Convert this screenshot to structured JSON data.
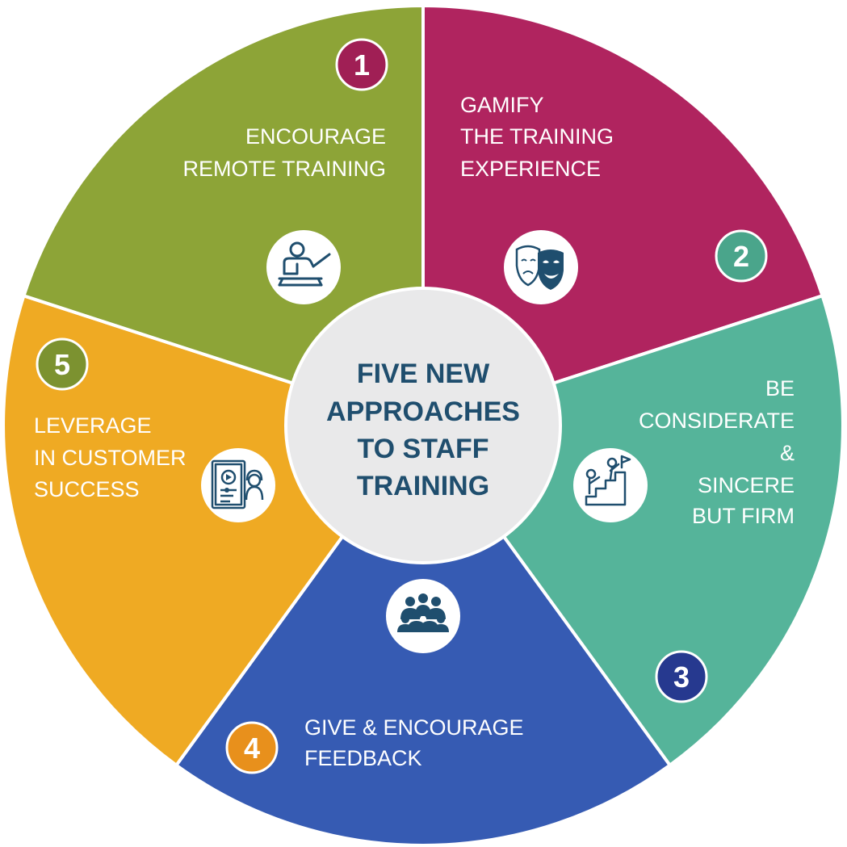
{
  "center": {
    "lines": [
      "FIVE NEW",
      "APPROACHES",
      "TO STAFF",
      "TRAINING"
    ],
    "fill": "#e9e9ea",
    "text_color": "#1f4e6e"
  },
  "segments": [
    {
      "number": "1",
      "label_lines": [
        "ENCOURAGE",
        "REMOTE TRAINING"
      ],
      "color": "#b0245f",
      "badge_color": "#a01f55",
      "icon": "teacher-pointer-icon"
    },
    {
      "number": "2",
      "label_lines": [
        "GAMIFY",
        "THE TRAINING",
        "EXPERIENCE"
      ],
      "color": "#55b49a",
      "badge_color": "#4aa58b",
      "icon": "theater-masks-icon"
    },
    {
      "number": "3",
      "label_lines": [
        "BE",
        "CONSIDERATE",
        "&",
        "SINCERE",
        "BUT FIRM"
      ],
      "color": "#365bb3",
      "badge_color": "#26398f",
      "icon": "mentor-stairs-icon"
    },
    {
      "number": "4",
      "label_lines": [
        "GIVE & ENCOURAGE",
        "FEEDBACK"
      ],
      "color": "#efaa23",
      "badge_color": "#e8901c",
      "icon": "group-people-icon"
    },
    {
      "number": "5",
      "label_lines": [
        "LEVERAGE",
        "IN CUSTOMER",
        "SUCCESS"
      ],
      "color": "#8da437",
      "badge_color": "#7c9230",
      "icon": "video-support-icon"
    }
  ],
  "icon_color": "#1f4e6e"
}
